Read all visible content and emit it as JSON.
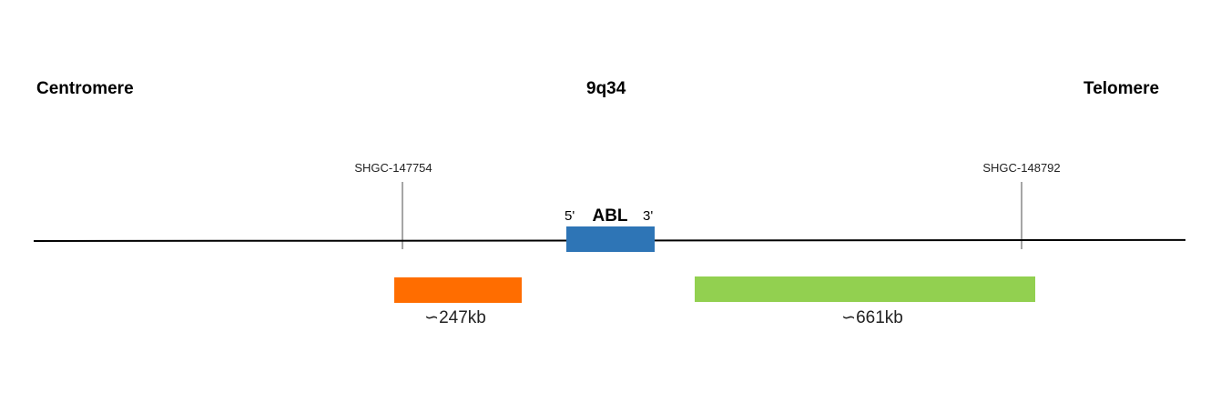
{
  "diagram": {
    "left_end_label": "Centromere",
    "region_label": "9q34",
    "right_end_label": "Telomere",
    "markers": [
      {
        "label": "SHGC-147754"
      },
      {
        "label": "SHGC-148792"
      }
    ],
    "gene": {
      "name": "ABL",
      "five_prime": "5'",
      "three_prime": "3'",
      "color": "#2e75b6"
    },
    "probes": [
      {
        "size_label": "∽247kb",
        "color": "#ff6d00"
      },
      {
        "size_label": "∽661kb",
        "color": "#92d050"
      }
    ]
  }
}
